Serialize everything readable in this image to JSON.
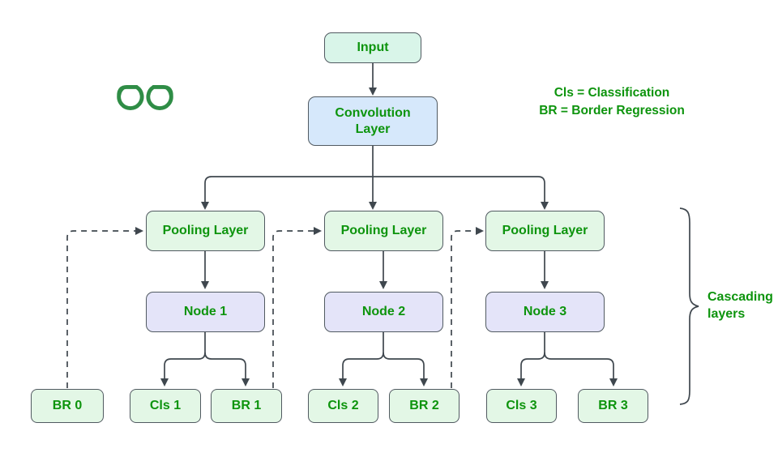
{
  "diagram_title": "Cascaded CNN architecture flowchart",
  "colors": {
    "background": "#ffffff",
    "text_green": "#0d940d",
    "logo_green": "#2f8d46",
    "box_border": "#515a61",
    "connector": "#3f474e",
    "input_fill": "#d9f5e9",
    "conv_fill": "#d6e8fb",
    "pooling_fill": "#e3f7e6",
    "node_fill": "#e4e4f9",
    "leaf_fill": "#e3f7e6"
  },
  "logo": {
    "name": "geeksforgeeks-logo"
  },
  "legend": {
    "line1": "Cls = Classification",
    "line2": "BR = Border Regression"
  },
  "brace": {
    "label_line1": "Cascading",
    "label_line2": "layers"
  },
  "flow": {
    "input": "Input",
    "conv": "Convolution Layer",
    "pooling1": "Pooling Layer",
    "pooling2": "Pooling Layer",
    "pooling3": "Pooling Layer",
    "node1": "Node 1",
    "node2": "Node 2",
    "node3": "Node 3",
    "br0": "BR 0",
    "cls1": "Cls 1",
    "br1": "BR 1",
    "cls2": "Cls 2",
    "br2": "BR 2",
    "cls3": "Cls 3",
    "br3": "BR 3"
  },
  "edges": [
    {
      "from": "Input",
      "to": "Convolution Layer",
      "style": "solid"
    },
    {
      "from": "Convolution Layer",
      "to": "Pooling Layer 1",
      "style": "solid"
    },
    {
      "from": "Convolution Layer",
      "to": "Pooling Layer 2",
      "style": "solid"
    },
    {
      "from": "Convolution Layer",
      "to": "Pooling Layer 3",
      "style": "solid"
    },
    {
      "from": "Pooling Layer 1",
      "to": "Node 1",
      "style": "solid"
    },
    {
      "from": "Pooling Layer 2",
      "to": "Node 2",
      "style": "solid"
    },
    {
      "from": "Pooling Layer 3",
      "to": "Node 3",
      "style": "solid"
    },
    {
      "from": "Node 1",
      "to": "Cls 1",
      "style": "solid"
    },
    {
      "from": "Node 1",
      "to": "BR 1",
      "style": "solid"
    },
    {
      "from": "Node 2",
      "to": "Cls 2",
      "style": "solid"
    },
    {
      "from": "Node 2",
      "to": "BR 2",
      "style": "solid"
    },
    {
      "from": "Node 3",
      "to": "Cls 3",
      "style": "solid"
    },
    {
      "from": "Node 3",
      "to": "BR 3",
      "style": "solid"
    },
    {
      "from": "BR 0",
      "to": "Pooling Layer 1",
      "style": "dashed"
    },
    {
      "from": "BR 1",
      "to": "Pooling Layer 2",
      "style": "dashed"
    },
    {
      "from": "BR 2",
      "to": "Pooling Layer 3",
      "style": "dashed"
    }
  ]
}
